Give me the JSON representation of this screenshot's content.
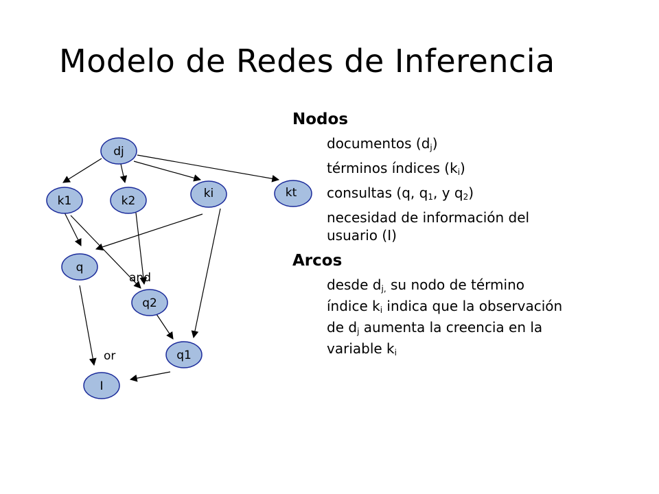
{
  "title": "Modelo de Redes de Inferencia",
  "diagram": {
    "nodes": {
      "dj": "dj",
      "k1": "k1",
      "k2": "k2",
      "ki": "ki",
      "kt": "kt",
      "q": "q",
      "q2": "q2",
      "q1": "q1",
      "I": "I"
    },
    "edge_labels": {
      "and": "and",
      "or": "or"
    },
    "node_fill": "#a7bfe0",
    "node_stroke": "#1a2a9a"
  },
  "panel": {
    "nodos_heading": "Nodos",
    "nodos": {
      "documentos": {
        "text": "documentos (d",
        "sub": "j",
        "after": ")"
      },
      "terminos": {
        "text": "términos índices (k",
        "sub": "i",
        "after": ")"
      },
      "consultas": {
        "text": "consultas (q, q",
        "sub1": "1",
        "mid": ", y q",
        "sub2": "2",
        "after": ")"
      },
      "necesidad_line1": "necesidad de información del",
      "necesidad_line2": "usuario (I)"
    },
    "arcos_heading": "Arcos",
    "arcos": {
      "l1_a": "desde d",
      "l1_sub": "j,",
      "l1_b": " su nodo de término",
      "l2_a": "índice k",
      "l2_sub": "i",
      "l2_b": " indica que la observación",
      "l3_a": "de d",
      "l3_sub": "j",
      "l3_b": " aumenta la creencia en la",
      "l4_a": "variable  k",
      "l4_sub": "i"
    }
  }
}
